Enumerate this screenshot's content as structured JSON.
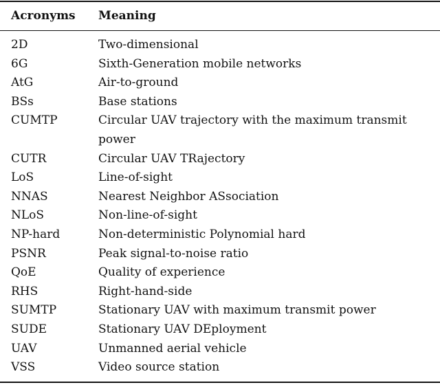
{
  "table": {
    "headers": [
      "Acronyms",
      "Meaning"
    ],
    "rows": [
      {
        "acronym": "2D",
        "meaning": "Two-dimensional"
      },
      {
        "acronym": "6G",
        "meaning": "Sixth-Generation mobile networks"
      },
      {
        "acronym": "AtG",
        "meaning": "Air-to-ground"
      },
      {
        "acronym": "BSs",
        "meaning": "Base stations"
      },
      {
        "acronym": "CUMTP",
        "meaning": "Circular UAV trajectory with the maximum transmit power"
      },
      {
        "acronym": "CUTR",
        "meaning": "Circular UAV TRajectory"
      },
      {
        "acronym": "LoS",
        "meaning": "Line-of-sight"
      },
      {
        "acronym": "NNAS",
        "meaning": "Nearest Neighbor ASsociation"
      },
      {
        "acronym": "NLoS",
        "meaning": "Non-line-of-sight"
      },
      {
        "acronym": "NP-hard",
        "meaning": "Non-deterministic Polynomial hard"
      },
      {
        "acronym": "PSNR",
        "meaning": "Peak signal-to-noise ratio"
      },
      {
        "acronym": "QoE",
        "meaning": "Quality of experience"
      },
      {
        "acronym": "RHS",
        "meaning": "Right-hand-side"
      },
      {
        "acronym": "SUMTP",
        "meaning": "Stationary UAV with maximum transmit power"
      },
      {
        "acronym": "SUDE",
        "meaning": "Stationary UAV DEployment"
      },
      {
        "acronym": "UAV",
        "meaning": "Unmanned aerial vehicle"
      },
      {
        "acronym": "VSS",
        "meaning": "Video source station"
      }
    ]
  }
}
